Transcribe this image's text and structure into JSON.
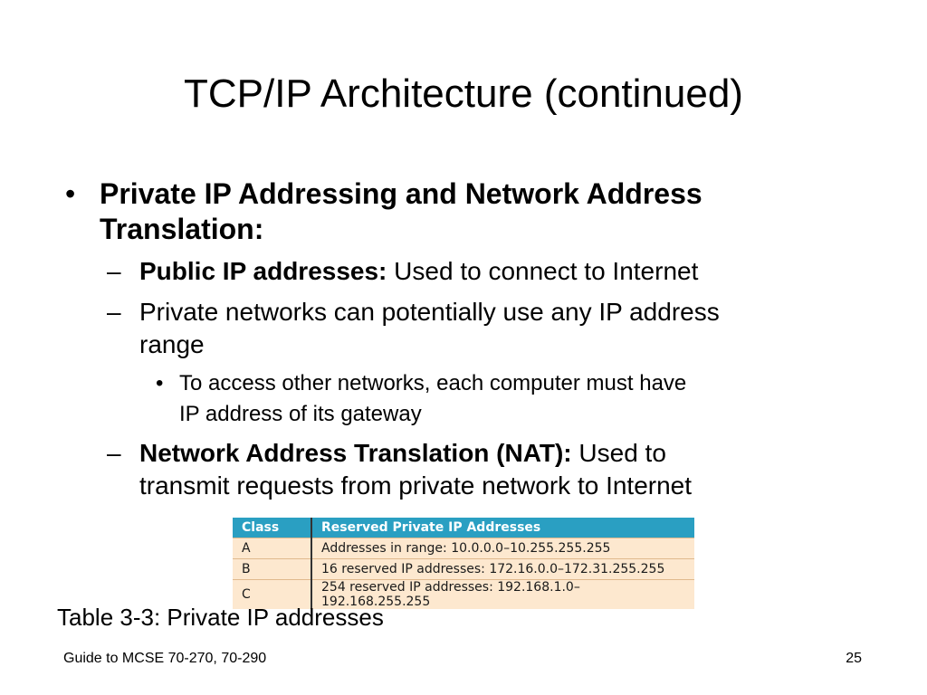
{
  "slide": {
    "title": "TCP/IP Architecture (continued)",
    "bullets": {
      "b1_marker": "•",
      "b1_line1": "Private IP Addressing and Network Address",
      "b1_line2": "Translation:",
      "dash_marker": "–",
      "b2_bold": "Public IP addresses:",
      "b2_text": " Used to connect to Internet",
      "b3_line1": "Private networks can potentially use any IP address",
      "b3_line2": "range",
      "b4_marker": "•",
      "b4_line1": "To access other networks, each computer must have",
      "b4_line2": "IP address of its gateway",
      "b5_bold": "Network Address Translation (NAT):",
      "b5_text": " Used to",
      "b5_line2": "transmit requests from private network to Internet"
    },
    "table": {
      "headers": [
        "Class",
        "Reserved Private IP Addresses"
      ],
      "rows": [
        [
          "A",
          "Addresses in range: 10.0.0.0–10.255.255.255"
        ],
        [
          "B",
          "16 reserved IP addresses: 172.16.0.0–172.31.255.255"
        ],
        [
          "C",
          "254 reserved IP addresses: 192.168.1.0–192.168.255.255"
        ]
      ],
      "header_color": "#2a9fc2",
      "row_color": "#fde8cf"
    },
    "caption": "Table 3-3: Private IP addresses",
    "footer": {
      "course": "Guide to MCSE 70-270, 70-290",
      "page_number": "25"
    }
  }
}
